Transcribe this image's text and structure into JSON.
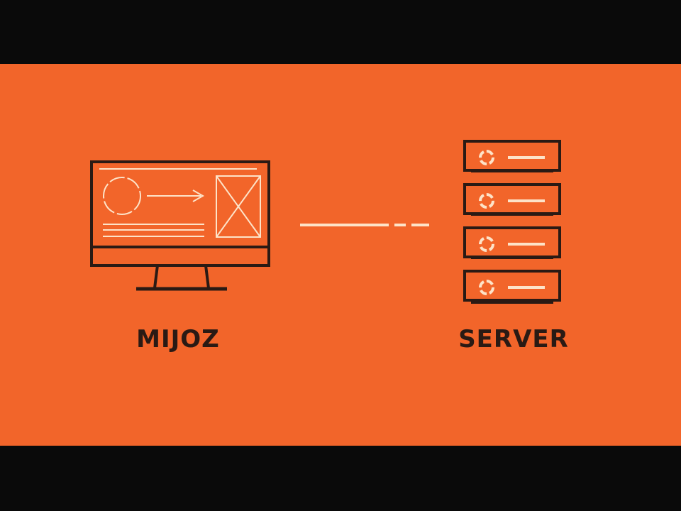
{
  "colors": {
    "background": "#f2652a",
    "outline": "#2a1a14",
    "accent": "#fde3c8",
    "letterbox": "#0a0a0a"
  },
  "client": {
    "label": "MIJOZ",
    "icon": "monitor-icon"
  },
  "server": {
    "label": "SERVER",
    "icon": "server-rack-icon",
    "unit_count": 4
  },
  "connection": {
    "icon": "connection-line-icon"
  }
}
